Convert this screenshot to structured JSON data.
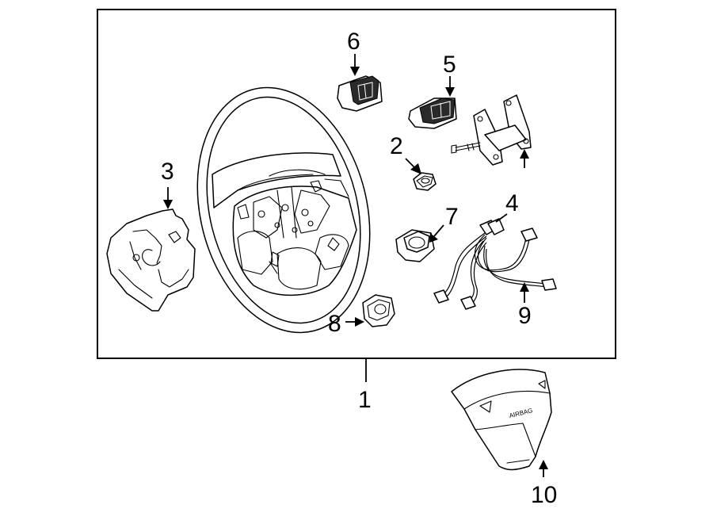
{
  "callouts": {
    "c1": "1",
    "c2": "2",
    "c3": "3",
    "c4": "4",
    "c5": "5",
    "c6": "6",
    "c7": "7",
    "c8": "8",
    "c9": "9",
    "c10": "10"
  },
  "airbag_cover_text": "AIRBAG",
  "colors": {
    "line": "#000000",
    "background": "#ffffff"
  }
}
